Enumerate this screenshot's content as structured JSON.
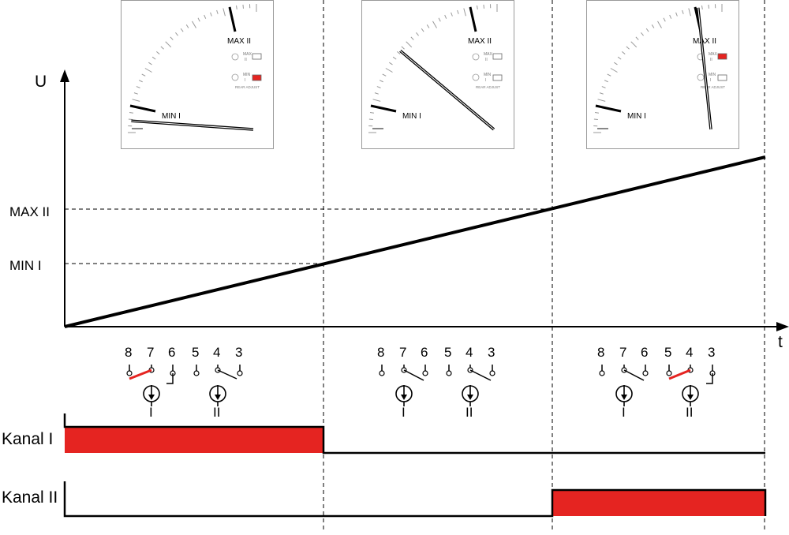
{
  "axes": {
    "y_label": "U",
    "x_label": "t",
    "levels": [
      {
        "label": "MAX II"
      },
      {
        "label": "MIN I"
      }
    ]
  },
  "meters": [
    {
      "needle": "low",
      "max_label": "MAX II",
      "min_label": "MIN  I",
      "panel_max": "MAX",
      "panel_max_sub": "II",
      "panel_min": "MIN",
      "panel_min_sub": "I",
      "panel_note": "REAR ADJUST",
      "max_indicator_on": false,
      "min_indicator_on": true
    },
    {
      "needle": "mid",
      "max_label": "MAX II",
      "min_label": "MIN  I",
      "panel_max": "MAX",
      "panel_max_sub": "II",
      "panel_min": "MIN",
      "panel_min_sub": "I",
      "panel_note": "REAR ADJUST",
      "max_indicator_on": false,
      "min_indicator_on": false
    },
    {
      "needle": "high",
      "max_label": "MAX II",
      "min_label": "MIN  I",
      "panel_max": "MAX",
      "panel_max_sub": "II",
      "panel_min": "MIN",
      "panel_min_sub": "I",
      "panel_note": "REAR ADJUST",
      "max_indicator_on": true,
      "min_indicator_on": false
    }
  ],
  "relays": [
    {
      "terminals": [
        "8",
        "7",
        "6",
        "5",
        "4",
        "3"
      ],
      "coils": [
        "I",
        "II"
      ],
      "contact_I": "8-7 closed",
      "contact_II": "4-3 open"
    },
    {
      "terminals": [
        "8",
        "7",
        "6",
        "5",
        "4",
        "3"
      ],
      "coils": [
        "I",
        "II"
      ],
      "contact_I": "7-6",
      "contact_II": "4-3"
    },
    {
      "terminals": [
        "8",
        "7",
        "6",
        "5",
        "4",
        "3"
      ],
      "coils": [
        "I",
        "II"
      ],
      "contact_I": "7-6",
      "contact_II": "5-4 closed"
    }
  ],
  "channels": [
    {
      "label": "Kanal I",
      "active_phases": [
        1
      ]
    },
    {
      "label": "Kanal II",
      "active_phases": [
        3
      ]
    }
  ],
  "colors": {
    "active": "#e52421",
    "line": "#000000",
    "dial": "#888888"
  }
}
